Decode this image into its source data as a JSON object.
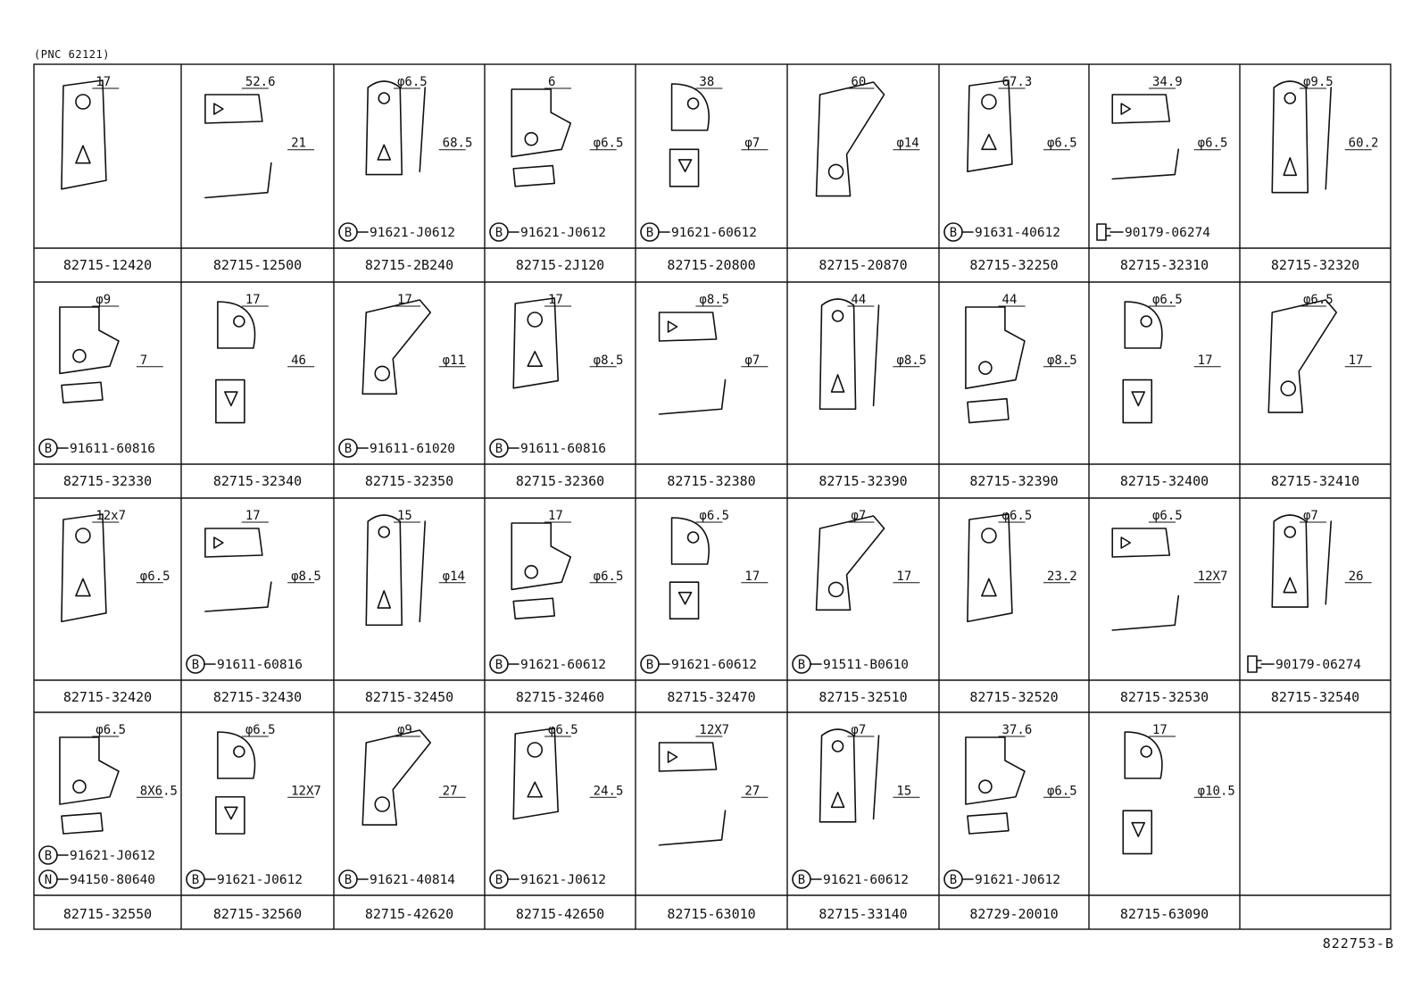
{
  "header": {
    "pnc": "(PNC 62121)"
  },
  "footer": {
    "code": "822753-B"
  },
  "icons": {
    "bolt": "circled-letter-B-icon",
    "nut": "circled-letter-N-icon",
    "screw": "hex-screw-icon"
  },
  "rows": [
    [
      {
        "part": "82715-12420",
        "dims": [
          "17"
        ],
        "fasteners": []
      },
      {
        "part": "82715-12500",
        "dims": [
          "52.6",
          "21"
        ],
        "fasteners": []
      },
      {
        "part": "82715-2B240",
        "dims": [
          "φ6.5",
          "68.5"
        ],
        "fasteners": [
          {
            "type": "B",
            "code": "91621-J0612"
          }
        ]
      },
      {
        "part": "82715-2J120",
        "dims": [
          "6",
          "φ6.5"
        ],
        "fasteners": [
          {
            "type": "B",
            "code": "91621-J0612"
          }
        ]
      },
      {
        "part": "82715-20800",
        "dims": [
          "38",
          "φ7"
        ],
        "fasteners": [
          {
            "type": "B",
            "code": "91621-60612"
          }
        ]
      },
      {
        "part": "82715-20870",
        "dims": [
          "60",
          "φ14"
        ],
        "fasteners": []
      },
      {
        "part": "82715-32250",
        "dims": [
          "67.3",
          "φ6.5"
        ],
        "fasteners": [
          {
            "type": "B",
            "code": "91631-40612"
          }
        ]
      },
      {
        "part": "82715-32310",
        "dims": [
          "34.9",
          "φ6.5"
        ],
        "fasteners": [
          {
            "type": "H",
            "code": "90179-06274"
          }
        ]
      },
      {
        "part": "82715-32320",
        "dims": [
          "φ9.5",
          "60.2"
        ],
        "fasteners": []
      }
    ],
    [
      {
        "part": "82715-32330",
        "dims": [
          "φ9",
          "7"
        ],
        "fasteners": [
          {
            "type": "B",
            "code": "91611-60816"
          }
        ]
      },
      {
        "part": "82715-32340",
        "dims": [
          "17",
          "46"
        ],
        "fasteners": []
      },
      {
        "part": "82715-32350",
        "dims": [
          "17",
          "φ11"
        ],
        "fasteners": [
          {
            "type": "B",
            "code": "91611-61020"
          }
        ]
      },
      {
        "part": "82715-32360",
        "dims": [
          "17",
          "φ8.5"
        ],
        "fasteners": [
          {
            "type": "B",
            "code": "91611-60816"
          }
        ]
      },
      {
        "part": "82715-32380",
        "dims": [
          "φ8.5",
          "φ7"
        ],
        "fasteners": []
      },
      {
        "part": "82715-32390",
        "dims": [
          "44",
          "φ8.5"
        ],
        "fasteners": []
      },
      {
        "part": "82715-32390",
        "dims": [
          "44",
          "φ8.5"
        ],
        "fasteners": []
      },
      {
        "part": "82715-32400",
        "dims": [
          "φ6.5",
          "17"
        ],
        "fasteners": []
      },
      {
        "part": "82715-32410",
        "dims": [
          "φ6.5",
          "17"
        ],
        "fasteners": []
      }
    ],
    [
      {
        "part": "82715-32420",
        "dims": [
          "12x7",
          "φ6.5"
        ],
        "fasteners": []
      },
      {
        "part": "82715-32430",
        "dims": [
          "17",
          "φ8.5"
        ],
        "fasteners": [
          {
            "type": "B",
            "code": "91611-60816"
          }
        ]
      },
      {
        "part": "82715-32450",
        "dims": [
          "15",
          "φ14"
        ],
        "fasteners": []
      },
      {
        "part": "82715-32460",
        "dims": [
          "17",
          "φ6.5"
        ],
        "fasteners": [
          {
            "type": "B",
            "code": "91621-60612"
          }
        ]
      },
      {
        "part": "82715-32470",
        "dims": [
          "φ6.5",
          "17"
        ],
        "fasteners": [
          {
            "type": "B",
            "code": "91621-60612"
          }
        ]
      },
      {
        "part": "82715-32510",
        "dims": [
          "φ7",
          "17"
        ],
        "fasteners": [
          {
            "type": "B",
            "code": "91511-B0610"
          }
        ]
      },
      {
        "part": "82715-32520",
        "dims": [
          "φ6.5",
          "23.2"
        ],
        "fasteners": []
      },
      {
        "part": "82715-32530",
        "dims": [
          "φ6.5",
          "12X7"
        ],
        "fasteners": []
      },
      {
        "part": "82715-32540",
        "dims": [
          "φ7",
          "26"
        ],
        "fasteners": [
          {
            "type": "H",
            "code": "90179-06274"
          }
        ]
      }
    ],
    [
      {
        "part": "82715-32550",
        "dims": [
          "φ6.5",
          "8X6.5"
        ],
        "fasteners": [
          {
            "type": "B",
            "code": "91621-J0612"
          },
          {
            "type": "N",
            "code": "94150-80640"
          }
        ]
      },
      {
        "part": "82715-32560",
        "dims": [
          "φ6.5",
          "12X7"
        ],
        "fasteners": [
          {
            "type": "B",
            "code": "91621-J0612"
          }
        ]
      },
      {
        "part": "82715-42620",
        "dims": [
          "φ9",
          "27"
        ],
        "fasteners": [
          {
            "type": "B",
            "code": "91621-40814"
          }
        ]
      },
      {
        "part": "82715-42650",
        "dims": [
          "φ6.5",
          "24.5"
        ],
        "fasteners": [
          {
            "type": "B",
            "code": "91621-J0612"
          }
        ]
      },
      {
        "part": "82715-63010",
        "dims": [
          "12X7",
          "27"
        ],
        "fasteners": []
      },
      {
        "part": "82715-33140",
        "dims": [
          "φ7",
          "15"
        ],
        "fasteners": [
          {
            "type": "B",
            "code": "91621-60612"
          }
        ]
      },
      {
        "part": "82729-20010",
        "dims": [
          "37.6",
          "φ6.5"
        ],
        "fasteners": [
          {
            "type": "B",
            "code": "91621-J0612"
          }
        ]
      },
      {
        "part": "82715-63090",
        "dims": [
          "17",
          "φ10.5"
        ],
        "fasteners": []
      },
      null
    ]
  ]
}
